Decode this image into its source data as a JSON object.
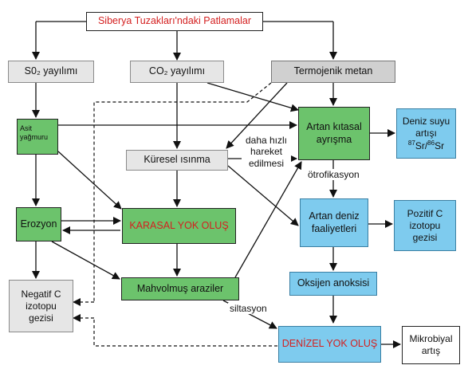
{
  "nodes": {
    "siberian_eruptions": "Siberya Tuzakları'ndaki Patlamalar",
    "so2_release": "S0₂ yayılımı",
    "co2_release": "CO₂ yayılımı",
    "thermogenic_methane": "Termojenik metan",
    "acid_rain": "Asit yağmuru",
    "global_warming": "Küresel ısınma",
    "continental_weathering": "Artan kıtasal ayrışma",
    "seawater_sr_increase": "Deniz suyu artışı",
    "sr_isotope_ratio": "87Sr/86Sr",
    "erosion": "Erozyon",
    "terrestrial_extinction": "KARASAL YOK OLUŞ",
    "marine_productivity": "Artan deniz faaliyetleri",
    "positive_c_isotope": "Pozitif C izotopu gezisi",
    "devastated_land": "Mahvolmuş araziler",
    "oxygen_anoxia": "Oksijen anoksisi",
    "negative_c_isotope": "Negatif C izotopu gezisi",
    "marine_extinction": "DENİZEL YOK OLUŞ",
    "microbial_increase": "Mikrobiyal artış"
  },
  "edge_labels": {
    "faster_movement": "daha hızlı hareket edilmesi",
    "eutrophication": "ötrofikasyon",
    "siltation": "siltasyon"
  },
  "colors": {
    "green_box": "#6cc36c",
    "blue_box": "#7ecbee",
    "gray_box": "#e6e6e6",
    "title_red": "#d42020"
  }
}
